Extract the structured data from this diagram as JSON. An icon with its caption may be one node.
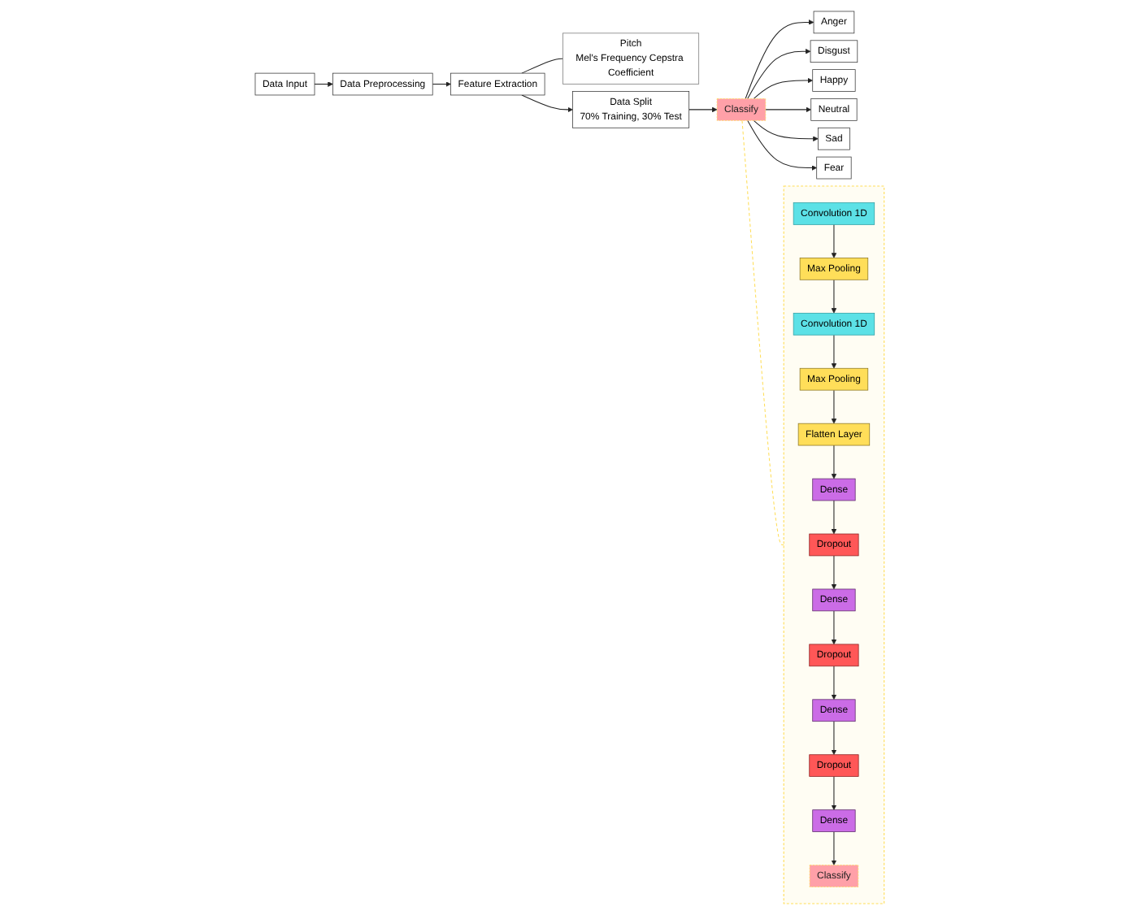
{
  "diagram": {
    "nodes": [
      {
        "text": [
          "Data Input"
        ]
      },
      {
        "text": [
          "Data Preprocessing"
        ]
      },
      {
        "text": [
          "Feature Extraction"
        ]
      },
      {
        "text": [
          "Pitch",
          "Mel's Frequency Cepstra Coefficient"
        ]
      },
      {
        "text": [
          "Data Split",
          "70% Training, 30% Test"
        ]
      },
      {
        "text": [
          "Classify"
        ]
      },
      {
        "text": [
          "Anger"
        ]
      },
      {
        "text": [
          "Disgust"
        ]
      },
      {
        "text": [
          "Happy"
        ]
      },
      {
        "text": [
          "Neutral"
        ]
      },
      {
        "text": [
          "Sad"
        ]
      },
      {
        "text": [
          "Fear"
        ]
      },
      {
        "text": [],
        "shape": "box"
      },
      {
        "text": [
          "Convolution 1D"
        ],
        "in": 12
      },
      {
        "text": [
          "Max Pooling"
        ],
        "in": 12
      },
      {
        "text": [
          "Convolution 1D"
        ],
        "in": 12
      },
      {
        "text": [
          "Max Pooling"
        ],
        "in": 12
      },
      {
        "text": [
          "Flatten Layer"
        ],
        "in": 12
      },
      {
        "text": [
          "Dense"
        ],
        "in": 12
      },
      {
        "text": [
          "Dropout"
        ],
        "in": 12
      },
      {
        "text": [
          "Dense"
        ],
        "in": 12
      },
      {
        "text": [
          "Dropout"
        ],
        "in": 12
      },
      {
        "text": [
          "Dense"
        ],
        "in": 12
      },
      {
        "text": [
          "Dropout"
        ],
        "in": 12
      },
      {
        "text": [
          "Dense"
        ],
        "in": 12
      },
      {
        "text": [
          "Classify"
        ],
        "in": 12
      }
    ],
    "edges": [
      {
        "from": 0,
        "to": 1,
        "arrow": "to"
      },
      {
        "from": 1,
        "to": 2,
        "arrow": "to"
      },
      {
        "from": 2,
        "to": 3,
        "arrow": "none"
      },
      {
        "from": 2,
        "to": 4,
        "arrow": "to"
      },
      {
        "from": 4,
        "to": 5,
        "arrow": "to"
      },
      {
        "from": 5,
        "to": 6,
        "arrow": "to"
      },
      {
        "from": 5,
        "to": 7,
        "arrow": "to"
      },
      {
        "from": 5,
        "to": 8,
        "arrow": "to"
      },
      {
        "from": 5,
        "to": 9,
        "arrow": "to"
      },
      {
        "from": 5,
        "to": 10,
        "arrow": "to"
      },
      {
        "from": 5,
        "to": 11,
        "arrow": "to"
      },
      {
        "from": 5,
        "to": 12,
        "arrow": "none",
        "style": "dashed",
        "color": "#ffde59"
      },
      {
        "from": 13,
        "to": 14,
        "arrow": "to"
      },
      {
        "from": 14,
        "to": 15,
        "arrow": "to"
      },
      {
        "from": 15,
        "to": 16,
        "arrow": "to"
      },
      {
        "from": 16,
        "to": 17,
        "arrow": "to"
      },
      {
        "from": 17,
        "to": 18,
        "arrow": "to"
      },
      {
        "from": 18,
        "to": 19,
        "arrow": "to"
      },
      {
        "from": 19,
        "to": 20,
        "arrow": "to"
      },
      {
        "from": 20,
        "to": 21,
        "arrow": "to"
      },
      {
        "from": 21,
        "to": 22,
        "arrow": "to"
      },
      {
        "from": 22,
        "to": 23,
        "arrow": "to"
      },
      {
        "from": 23,
        "to": 24,
        "arrow": "to"
      },
      {
        "from": 24,
        "to": 25,
        "arrow": "to"
      }
    ]
  }
}
